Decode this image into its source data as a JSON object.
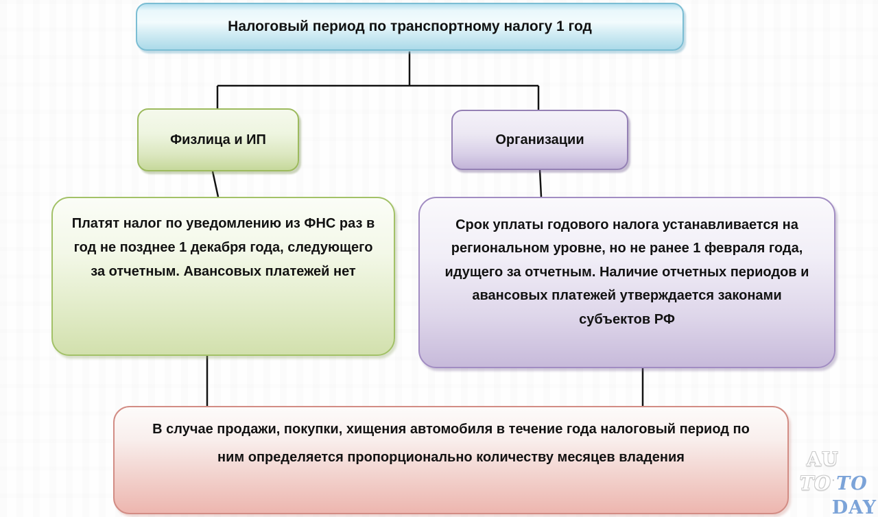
{
  "diagram": {
    "root": {
      "label": "Налоговый период по транспортному налогу 1 год"
    },
    "branches": [
      {
        "id": "individuals",
        "label": "Физлица и ИП",
        "detail": "Платят налог по уведомлению из ФНС раз в год не позднее 1 декабря года, следующего за отчетным. Авансовых платежей нет"
      },
      {
        "id": "organizations",
        "label": "Организации",
        "detail": "Срок уплаты годового налога устанавливается на региональном уровне, но не ранее 1 февраля года, идущего за отчетным. Наличие отчетных периодов и авансовых платежей утверждается законами субъектов РФ"
      }
    ],
    "footer_note": "В случае продажи, покупки, хищения автомобиля в течение года налоговый период по ним определяется пропорционально количеству месяцев владения"
  },
  "watermark": {
    "line1": "AU",
    "line2_left": "TO",
    "line2_sep": "·",
    "line2_right": "TO",
    "line3": "DAY"
  },
  "colors": {
    "root_fill": "#abdae9",
    "root_border": "#7bbdd3",
    "individuals_fill": "#c6d89b",
    "individuals_border": "#9cba5d",
    "organizations_fill": "#c2b4d8",
    "organizations_border": "#9480b4",
    "footer_fill": "#edb6af",
    "footer_border": "#d28c84",
    "connector": "#121212",
    "watermark_blue": "#7ba3d8",
    "text": "#121212"
  }
}
